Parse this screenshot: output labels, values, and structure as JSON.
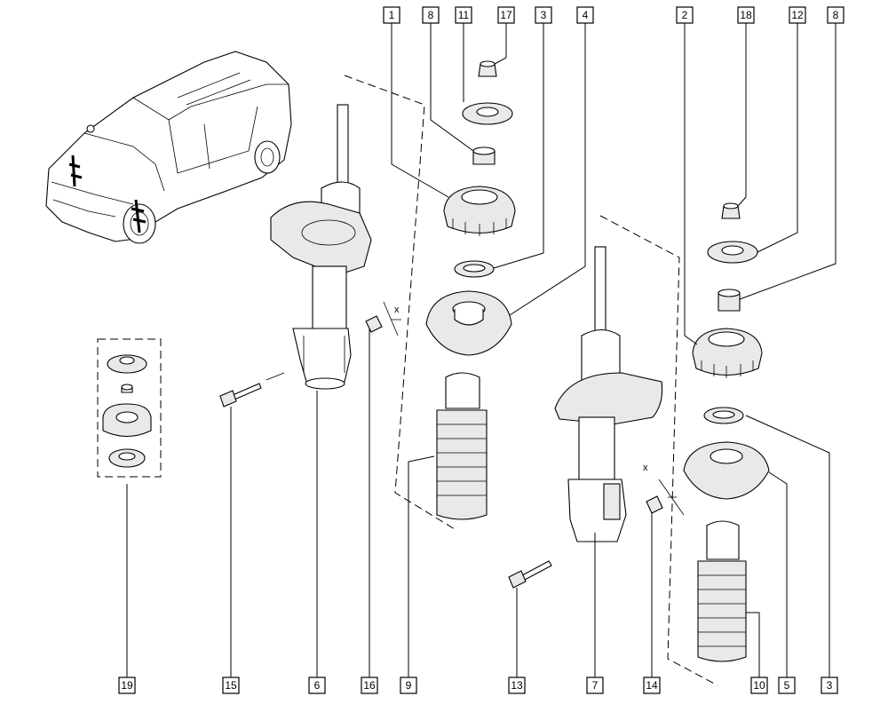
{
  "figure": {
    "offset_marker": "x",
    "callouts_top": [
      {
        "id": "c1",
        "label": "1"
      },
      {
        "id": "c8a",
        "label": "8"
      },
      {
        "id": "c11",
        "label": "11"
      },
      {
        "id": "c17",
        "label": "17"
      },
      {
        "id": "c3a",
        "label": "3"
      },
      {
        "id": "c4",
        "label": "4"
      },
      {
        "id": "c2",
        "label": "2"
      },
      {
        "id": "c18",
        "label": "18"
      },
      {
        "id": "c12",
        "label": "12"
      },
      {
        "id": "c8b",
        "label": "8"
      }
    ],
    "callouts_bottom": [
      {
        "id": "c19",
        "label": "19"
      },
      {
        "id": "c15",
        "label": "15"
      },
      {
        "id": "c6",
        "label": "6"
      },
      {
        "id": "c16",
        "label": "16"
      },
      {
        "id": "c9",
        "label": "9"
      },
      {
        "id": "c13",
        "label": "13"
      },
      {
        "id": "c7",
        "label": "7"
      },
      {
        "id": "c14",
        "label": "14"
      },
      {
        "id": "c10",
        "label": "10"
      },
      {
        "id": "c5",
        "label": "5"
      },
      {
        "id": "c3b",
        "label": "3"
      }
    ]
  }
}
